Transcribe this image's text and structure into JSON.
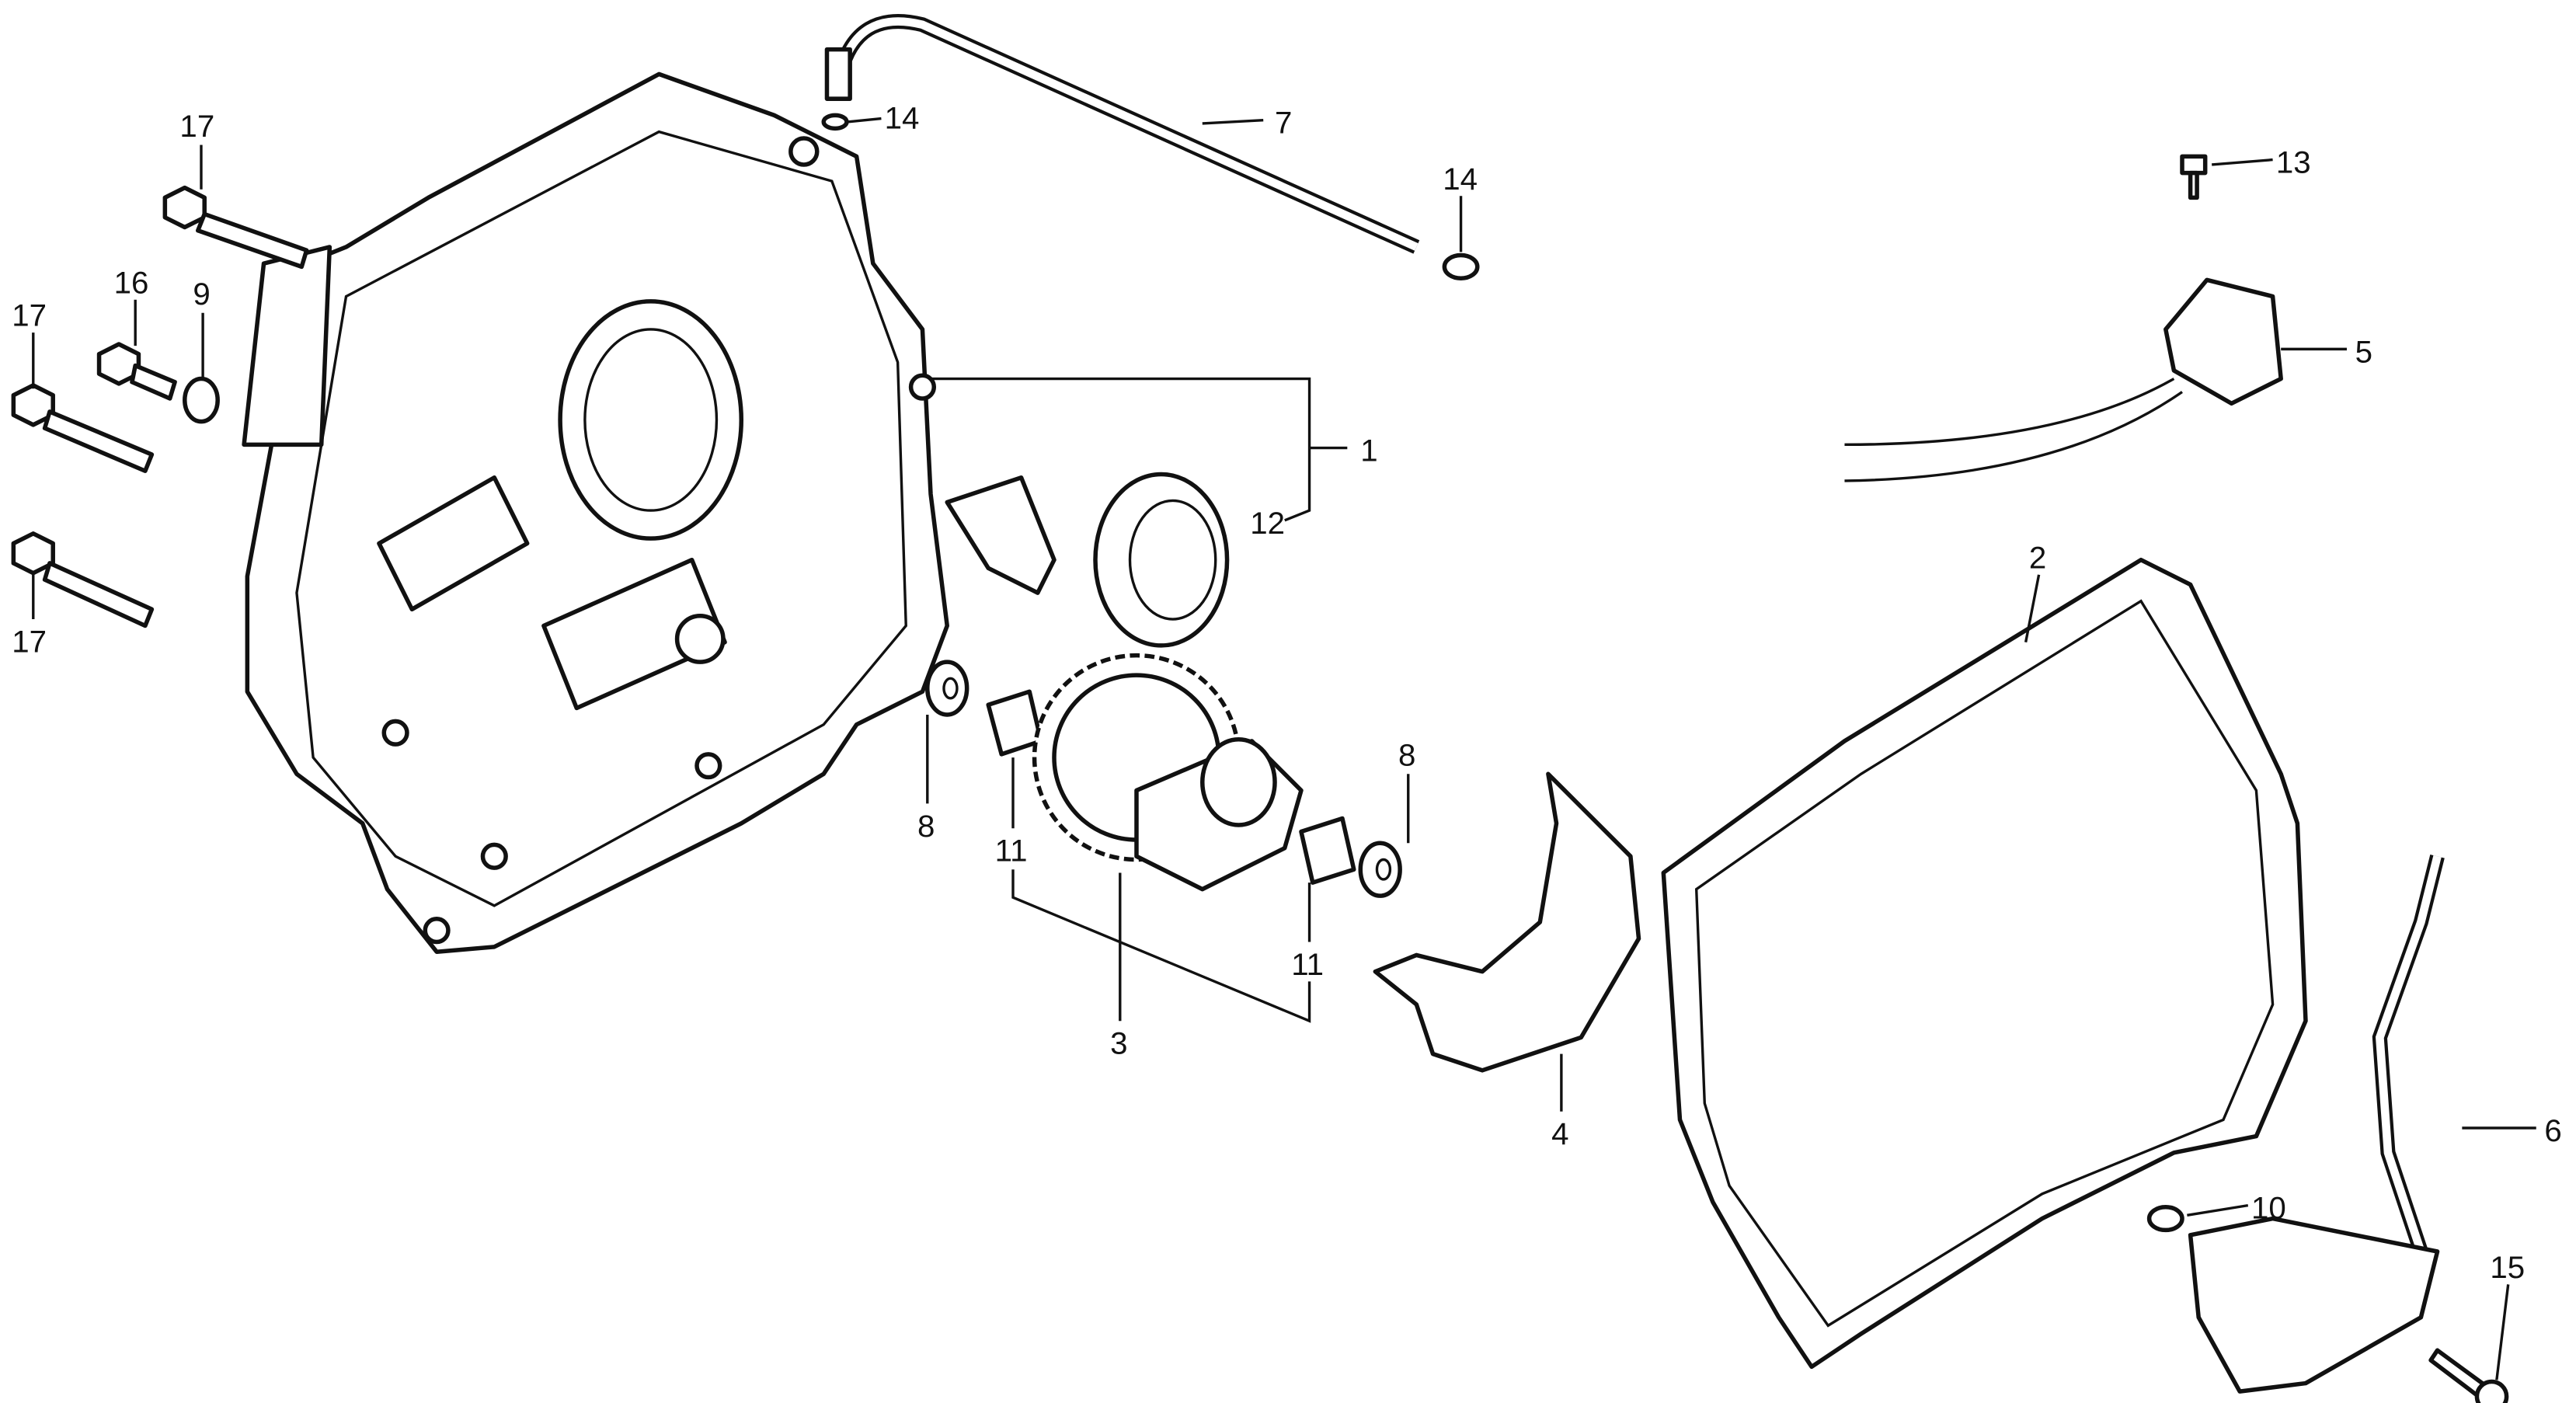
{
  "diagram": {
    "type": "exploded-parts-diagram",
    "labels": {
      "p1": "1",
      "p2": "2",
      "p3": "3",
      "p4": "4",
      "p5": "5",
      "p6": "6",
      "p7": "7",
      "p8a": "8",
      "p8b": "8",
      "p9": "9",
      "p10": "10",
      "p11a": "11",
      "p11b": "11",
      "p12": "12",
      "p13": "13",
      "p14a": "14",
      "p14b": "14",
      "p15": "15",
      "p16": "16",
      "p17a": "17",
      "p17b": "17",
      "p17c": "17"
    }
  }
}
